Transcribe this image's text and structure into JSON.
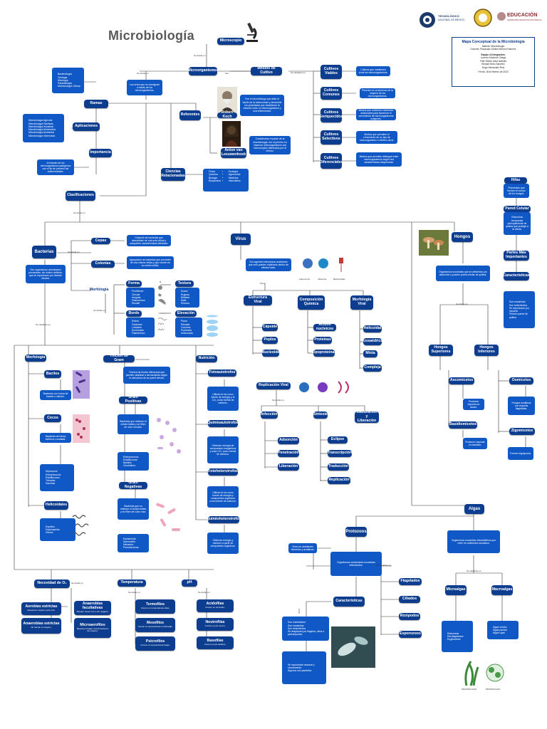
{
  "header": {
    "title": "Microbiología",
    "logo_tec_line1": "TECNOLÓGICO",
    "logo_tec_line2": "NACIONAL DE MÉXICO",
    "logo_edu": "EDUCACIÓN",
    "logo_edu_sub": "SECRETARÍA DE EDUCACIÓN PÚBLICA",
    "info_title": "Mapa Conceptual de la Microbiología",
    "info_subject": "Materia: Microbiología",
    "info_teacher": "Docente: Placaudia Cristina Moreno Ramírez",
    "info_team_title": "Equipo #4 Integrantes:",
    "info_members": [
      "Lorenzo Martínez Ortega",
      "Félix Reiten Ulloa Isabella",
      "Richard Nieto Sánchez",
      "Hugo Hernández Ruiz"
    ],
    "info_date": "Fecha: 18 de febrero de 2023"
  },
  "nodes": {
    "microscopio": "Microscopio",
    "microorganismos": "Microorganismos",
    "medios": "Medios de Cultivo",
    "ramas": "Ramas",
    "aplicaciones": "Aplicaciones",
    "importancia": "Importancia",
    "referentes": "Referentes",
    "koch": "Robert Koch",
    "leeuwen": "Anton van Leeuwenhoek",
    "ciencias": "Ciencias Relacionadas",
    "clasificaciones": "Clasificaciones",
    "viables": "Cultivos Viables",
    "comunes": "Cultivos Comunes",
    "enriquecidos": "Cultivos Enriquecidos",
    "selectivos": "Cultivos Selectivos",
    "diferenciales": "Cultivos Diferenciales",
    "bacterias": "Bacterias",
    "cepas": "Cepas",
    "colonias": "Colonias",
    "morfologia": "Morfología",
    "forma": "Forma",
    "textura": "Textura",
    "borde": "Borde",
    "elevacion": "Elevación",
    "morfo2": "Morfología",
    "bacilos": "Bacilos",
    "cocos": "Cocos",
    "helicoidales": "Helicoidales",
    "tincion": "Tinción de Gram",
    "gram_pos": "Gram Positivas",
    "gram_neg": "Gram Negativas",
    "nutricion": "Nutrición",
    "fotoauto": "Fotoautotrofos",
    "quimioauto": "Quimioautotrofos",
    "fotohetero": "Fotoheterotrofos",
    "quimiohetero": "Quimioheterotrofos",
    "virus": "Virus",
    "estructura": "Estructura Viral",
    "composicion": "Composición Química",
    "morf_viral": "Morfología Viral",
    "capside": "Cápside",
    "peplos": "Peplos",
    "nucleoide": "Nucleoide",
    "acidos": "Ácidos nucleicos",
    "proteinas": "Proteínas",
    "lipoproteinas": "Lipoproteínas",
    "helicoidal": "Helicoidal",
    "icosaedrica": "Icosaédrica",
    "mixta": "Mixta",
    "compleja": "Compleja",
    "replicacion": "Replicación Viral",
    "infeccion": "Infección",
    "sintesis": "Síntesis",
    "maduracion": "Maduración y Liberación",
    "adsorcion": "Adsorción",
    "penetracion": "Penetración",
    "liberacion": "Liberación",
    "eclipse": "Eclipse",
    "transcripcion": "Transcripción",
    "traduccion": "Traducción",
    "replic": "Replicación",
    "hongos": "Hongos",
    "hifas": "Hifas",
    "pared": "Pared Celular",
    "partes": "Partes Más Importantes",
    "caracteristicas": "Características",
    "superiores": "Hongos Superiores",
    "inferiores": "Hongos Inferiores",
    "ascomicetos": "Ascomicetos",
    "basidiomicetos": "Basidiomicetos",
    "oomicetos": "Oomicetos",
    "zigomicetos": "Zigomicetos",
    "algas": "Algas",
    "protozoos": "Protozoos",
    "caract2": "Características",
    "flagelados": "Flagelados",
    "ciliados": "Ciliados",
    "rizopodos": "Rizópodos",
    "esporozoos": "Esporozoos",
    "microalgas": "Microalgas",
    "macroalgas": "Macroalgas",
    "oxigeno": "Necesidad de O₂",
    "temperatura": "Temperatura",
    "ph": "pH",
    "aerobias": "Aerobias estrictas",
    "anaerobias": "Anaerobias estrictas",
    "facultativas": "Anaerobias facultativas",
    "microaerofilos": "Microaerofilos",
    "termofilos": "Termofilos",
    "mesofilos": "Mesofilos",
    "psicrofilos": "Psicrofilos",
    "acidofilas": "Acidofilas",
    "neutrofilas": "Neutrofilas",
    "basofilas": "Basofilas"
  },
  "texts": {
    "ramas_list": [
      "Bacteriología",
      "Virología",
      "Micología",
      "Parasitología",
      "Microbiología Celular"
    ],
    "aplic_list": [
      "Microbiología Agrícola",
      "Microbiología Sanitaria",
      "Microbiología Industrial",
      "Microbiología Alimentaria",
      "Microbiología Ambiental",
      "Microbiología Veterinaria"
    ],
    "ciencias_list1": [
      "Física",
      "Química",
      "Biología",
      "Bioquímica"
    ],
    "ciencias_list2": [
      "Ecología",
      "Agronomía",
      "Medicina",
      "Informática"
    ],
    "micro_def": "Los seres que se consiguen a través de los microorganismos.",
    "importancia_def": "Al estudio de los microorganismos patógenos con el fin de prevenir las enfermedades.",
    "koch_def": "Fue el microbiólogo que aisló el bacilo de la tuberculosis y desarrolló los postulados que establecen la relación entre un microorganismo y una enfermedad.",
    "leeuwen_def": "Considerado el padre de la microbiología, fue el primero en observar microorganismos con microscopios fabricados por él mismo.",
    "viables_def": "Cultivos que mantienen vivos los microorganismos.",
    "comunes_def": "Permiten el crecimiento de la mayoría de los microorganismos.",
    "enriq_def": "Medios que contienen nutrientes adicionales para favorecer el crecimiento de microorganismos exigentes.",
    "selectivos_def": "Medios que permiten el crecimiento de un tipo de microorganismo e inhiben otros.",
    "difer_def": "Medios que permiten distinguir entre microorganismos según sus características bioquímicas.",
    "cepas_def": "Conjunto de bacterias que descienden de una sola célula y comparten características idénticas.",
    "colonias_def": "Agrupación de bacterias que proceden de una misma célula y que crecen en un medio sólido.",
    "bacterias_def": "Son organismos unicelulares procariotas, sin núcleo definido, que se reproducen por división binaria.",
    "forma_list": [
      "Puntiforme",
      "Circular",
      "Irregular",
      "Filamentosa",
      "Rizoide"
    ],
    "textura_list": [
      "Suave",
      "Rugosa",
      "Brillante",
      "Mate",
      "Mucosa"
    ],
    "borde_list": [
      "Entero",
      "Ondulado",
      "Lobulado",
      "Erosionado",
      "Filamentoso"
    ],
    "elev_list": [
      "Plana",
      "Elevada",
      "Convexa",
      "Pulvinada",
      "Umbonada"
    ],
    "bacilos_def": "Bacterias con forma de bastón o cilindro.",
    "cocos_def": "Bacterias de forma esférica u ovalada.",
    "cocos_list": [
      "Diplococos",
      "Estreptococos",
      "Estafilococos",
      "Tétradas",
      "Sarcinas"
    ],
    "helic_list": [
      "Espirilos",
      "Espiroquetas",
      "Vibrios"
    ],
    "tincion_def": "Técnica de tinción diferencial que permite clasificar a las bacterias según la estructura de su pared celular.",
    "gram_pos_def": "Bacterias que retienen el cristal violeta y se tiñen de color morado.",
    "gram_pos_list": [
      "Estreptococos",
      "Estafilococos",
      "Bacillus",
      "Clostridium"
    ],
    "gram_neg_def": "Bacterias que no retienen el cristal violeta y se tiñen de color rosa.",
    "gram_neg_list": [
      "Escherichia",
      "Salmonella",
      "Neisseria",
      "Pseudomonas"
    ],
    "foto_auto_def": "Utilizan la luz como fuente de energía y el CO₂ como fuente de carbono.",
    "quimio_auto_def": "Obtienen energía de compuestos inorgánicos y usan CO₂ como fuente de carbono.",
    "foto_hetero_def": "Utilizan la luz como fuente de energía y compuestos orgánicos como fuente de carbono.",
    "quimio_hetero_def": "Obtienen energía y carbono a partir de compuestos orgánicos.",
    "virus_def": "Son agentes infecciosos acelulares que solo pueden replicarse dentro de células vivas.",
    "hongos_def": "Organismos eucariotas que se alimentan por absorción y poseen pared celular de quitina.",
    "hifas_def": "Filamentos que forman el cuerpo de los hongos.",
    "pared_def": "Estructura compuesta principalmente de quitina que protege a la célula.",
    "caract_hongos": [
      "Son eucariotas",
      "Son heterótrofos",
      "Se reproducen por esporas",
      "Poseen pared de quitina"
    ],
    "ascom_def": "Producen esporas en ascas.",
    "basidio_def": "Producen esporas en basidios.",
    "oomic_def": "Hongos acuáticos con esporas flageladas.",
    "zigom_def": "Forman zigosporas.",
    "algas_def": "Organismos eucariotas fotosintéticos que viven en ambientes acuáticos.",
    "protozoos_def": "Organismos unicelulares eucariotas heterótrofos.",
    "protozoos_def2": "Viven en ambientes húmedos y acuáticos.",
    "caract2_list": [
      "Son unicelulares",
      "Son eucariotas",
      "Son heterótrofos",
      "Se desplazan por flagelos, cilios o pseudópodos"
    ],
    "caract2_list2": [
      "Se reproducen asexual y sexualmente",
      "Algunos son parásitos"
    ],
    "microalgas_list": [
      "Diatomeas",
      "Dinoflagelados",
      "Euglenoides"
    ],
    "macroalgas_list": [
      "Algas verdes",
      "Algas pardas",
      "Algas rojas"
    ],
    "aerobias_def": "Requieren oxígeno para vivir.",
    "anaerobias_def": "No toleran el oxígeno.",
    "facult_def": "Pueden crecer con o sin oxígeno.",
    "microaer_def": "Requieren bajas concentraciones de oxígeno.",
    "termo_def": "Crecen en temperaturas altas.",
    "meso_def": "Crecen en temperaturas moderadas.",
    "psicro_def": "Crecen en temperaturas bajas.",
    "acido_def": "Crecen en pH ácido.",
    "neutro_def": "Crecen en pH neutro.",
    "baso_def": "Crecen en pH alcalino.",
    "virus_cap1": "Adenovirus",
    "virus_cap2": "Influenza",
    "virus_cap3": "Bacteriófago",
    "algas_cap1": "MACROALGAS",
    "algas_cap2": "MICROALGAS"
  },
  "connectors": {
    "se_divide": "Se divide en",
    "se_clasifica": "Se clasifican en",
    "como": "Como",
    "son": "Son",
    "tiene": "Tiene",
    "por": "Por"
  },
  "colors": {
    "node": "#0d3d8f",
    "box": "#1158c7",
    "line": "#222222"
  }
}
